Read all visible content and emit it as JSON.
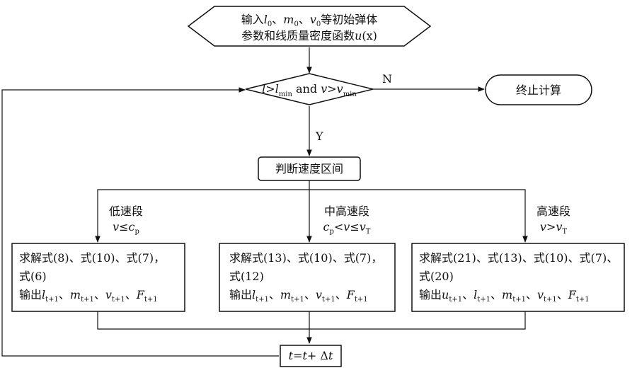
{
  "start_node": {
    "line1": {
      "pre": "输入",
      "l": "l",
      "l_sub": "0",
      "sep1": "、",
      "m": "m",
      "m_sub": "0",
      "sep2": "、",
      "v": "v",
      "v_sub": "0",
      "post": "等初始弹体"
    },
    "line2": {
      "pre": "参数和线质量密度函数",
      "u": "u",
      "arg": "(x)"
    }
  },
  "decision": {
    "l": "l",
    "gt1": ">",
    "lmin": "l",
    "lmin_sub": "min",
    "and": " and ",
    "v": "v",
    "gt2": ">",
    "vmin": "v",
    "vmin_sub": "min"
  },
  "branch_no": "N",
  "branch_yes": "Y",
  "end_node": "终止计算",
  "judge_node": "判断速度区间",
  "cases": [
    {
      "name": "低速段",
      "cond": {
        "v": "v",
        "op": "≤",
        "c": "c",
        "c_sub": "p"
      }
    },
    {
      "name": "中高速段",
      "cond": {
        "c": "c",
        "c_sub": "p",
        "op1": "<",
        "v": "v",
        "op2": "≤",
        "vT": "v",
        "vT_sub": "T"
      }
    },
    {
      "name": "高速段",
      "cond": {
        "v": "v",
        "op": ">",
        "vT": "v",
        "vT_sub": "T"
      }
    }
  ],
  "boxes": [
    {
      "solve_line1": "求解式(8)、式(10)、式(7)，",
      "solve_line2": "式(6)",
      "out_pre": "输出",
      "outputs": [
        [
          "l",
          "t+1"
        ],
        [
          "m",
          "t+1"
        ],
        [
          "v",
          "t+1"
        ],
        [
          "F",
          "t+1"
        ]
      ]
    },
    {
      "solve_line1": "求解式(13)、式(10)、式(7)，",
      "solve_line2": "式(12)",
      "out_pre": "输出",
      "outputs": [
        [
          "l",
          "t+1"
        ],
        [
          "m",
          "t+1"
        ],
        [
          "v",
          "t+1"
        ],
        [
          "F",
          "t+1"
        ]
      ]
    },
    {
      "solve_line1": "求解式(21)、式(13)、式(10)、式(7)、",
      "solve_line2": "式(20)",
      "out_pre": "输出",
      "outputs": [
        [
          "u",
          "t+1"
        ],
        [
          "l",
          "t+1"
        ],
        [
          "m",
          "t+1"
        ],
        [
          "v",
          "t+1"
        ],
        [
          "F",
          "t+1"
        ]
      ]
    }
  ],
  "output_sep": "、",
  "update_node": {
    "t": "t",
    "eq": "=",
    "t2": "t",
    "plus": "+ Δ",
    "dt": "t"
  }
}
